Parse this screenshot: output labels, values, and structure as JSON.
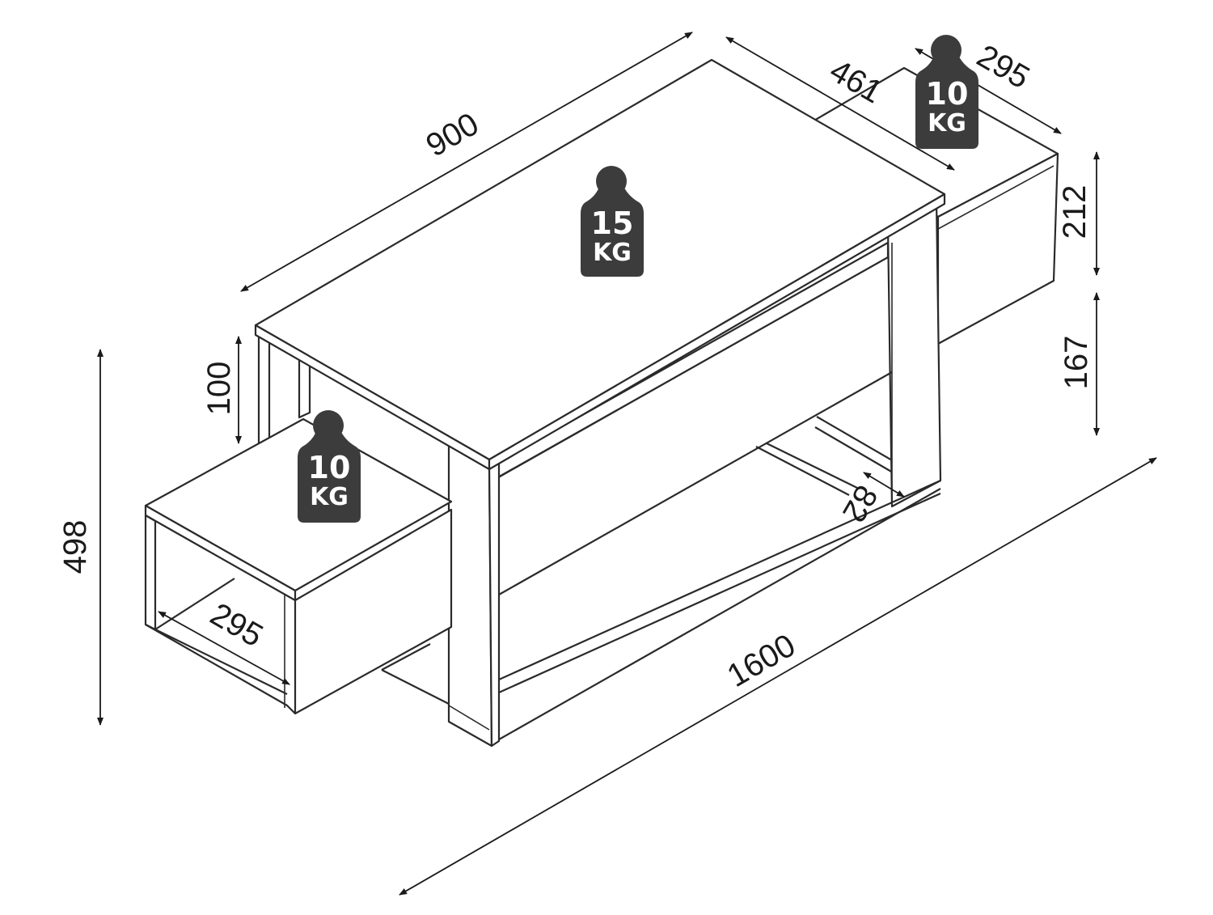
{
  "dimensions": {
    "top_width": "900",
    "top_depth": "461",
    "right_shelf_depth": "295",
    "right_shelf_height": "212",
    "right_shelf_clearance": "167",
    "left_gap": "100",
    "total_height": "498",
    "left_shelf_depth": "295",
    "frame_offset": "82",
    "total_length": "1600"
  },
  "weights": {
    "top": {
      "value": "15",
      "unit": "KG"
    },
    "left_shelf": {
      "value": "10",
      "unit": "KG"
    },
    "right_shelf": {
      "value": "10",
      "unit": "KG"
    }
  },
  "colors": {
    "line": "#2a2a2a",
    "weight_icon": "#3c3c3c"
  }
}
